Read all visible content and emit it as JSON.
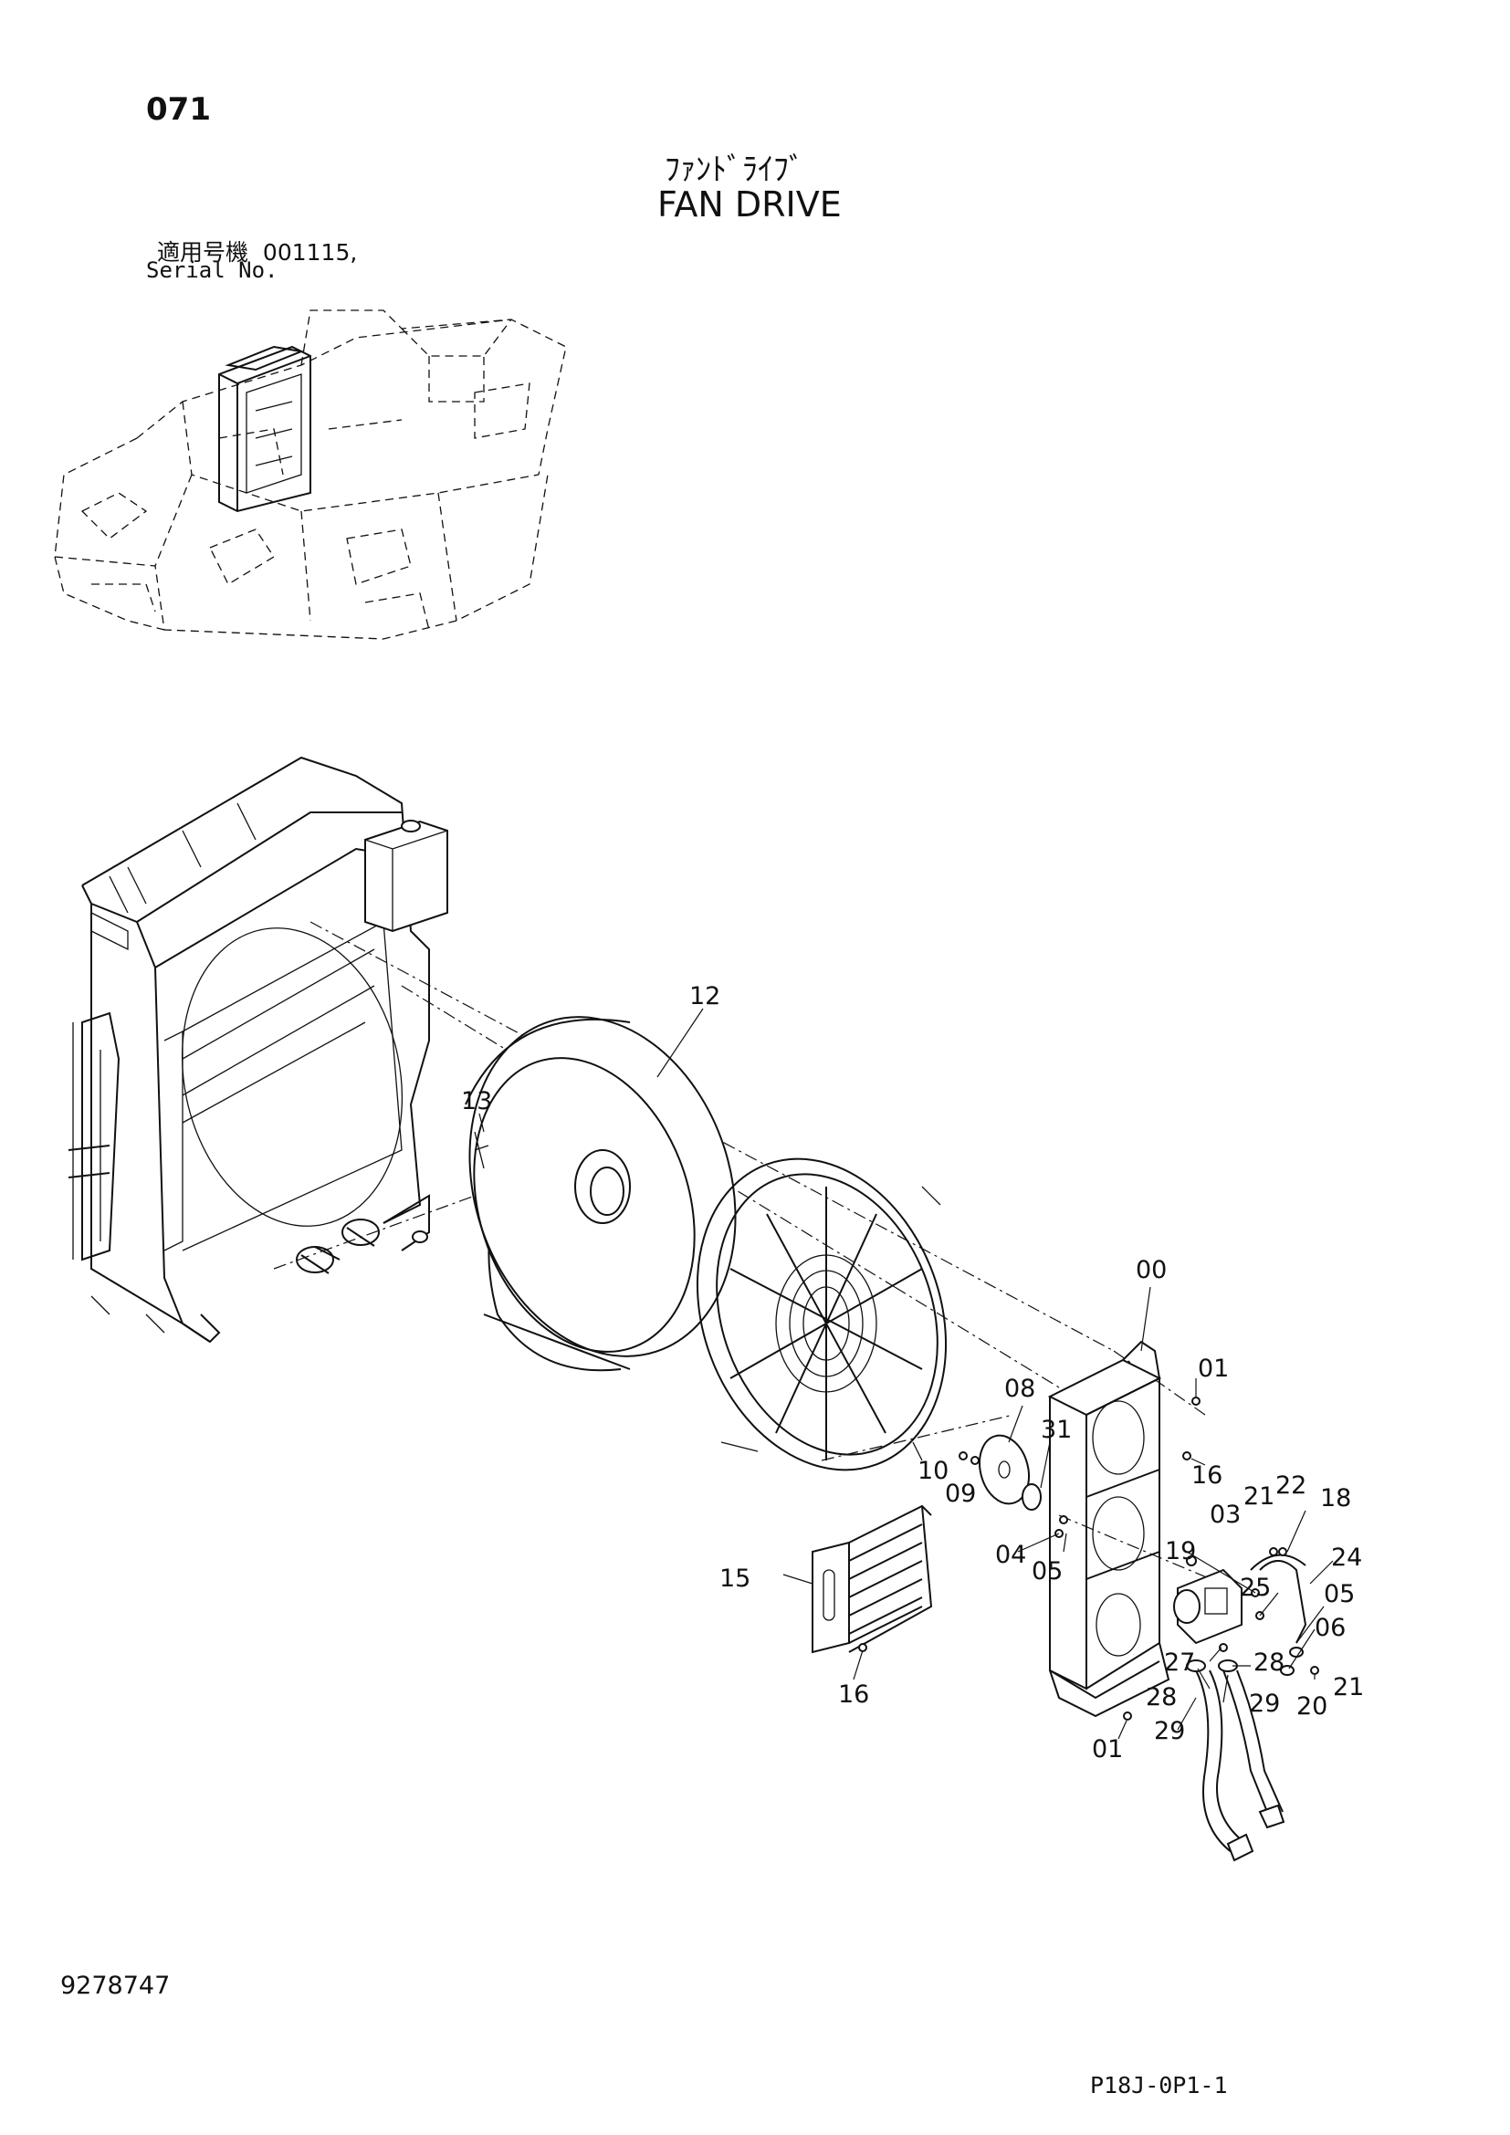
{
  "header": {
    "page_no": "071",
    "title_jp": "ﾌｧﾝﾄﾞﾗｲﾌﾞ",
    "title_en": "FAN DRIVE",
    "serial_label_jp": "適用号機",
    "serial_value": "001115,",
    "serial_label_en": "Serial No."
  },
  "footer": {
    "doc_no": "9278747",
    "page_code": "P18J-0P1-1"
  },
  "callouts": {
    "c12": "12",
    "c13": "13",
    "c00": "00",
    "c01a": "01",
    "c08": "08",
    "c31": "31",
    "c10": "10",
    "c09": "09",
    "c16a": "16",
    "c21a": "21",
    "c22": "22",
    "c18": "18",
    "c03": "03",
    "c04": "04",
    "c05a": "05",
    "c19": "19",
    "c24": "24",
    "c25": "25",
    "c05b": "05",
    "c15": "15",
    "c06": "06",
    "c27": "27",
    "c28a": "28",
    "c16b": "16",
    "c28b": "28",
    "c29a": "29",
    "c20": "20",
    "c21b": "21",
    "c29b": "29",
    "c01b": "01"
  }
}
